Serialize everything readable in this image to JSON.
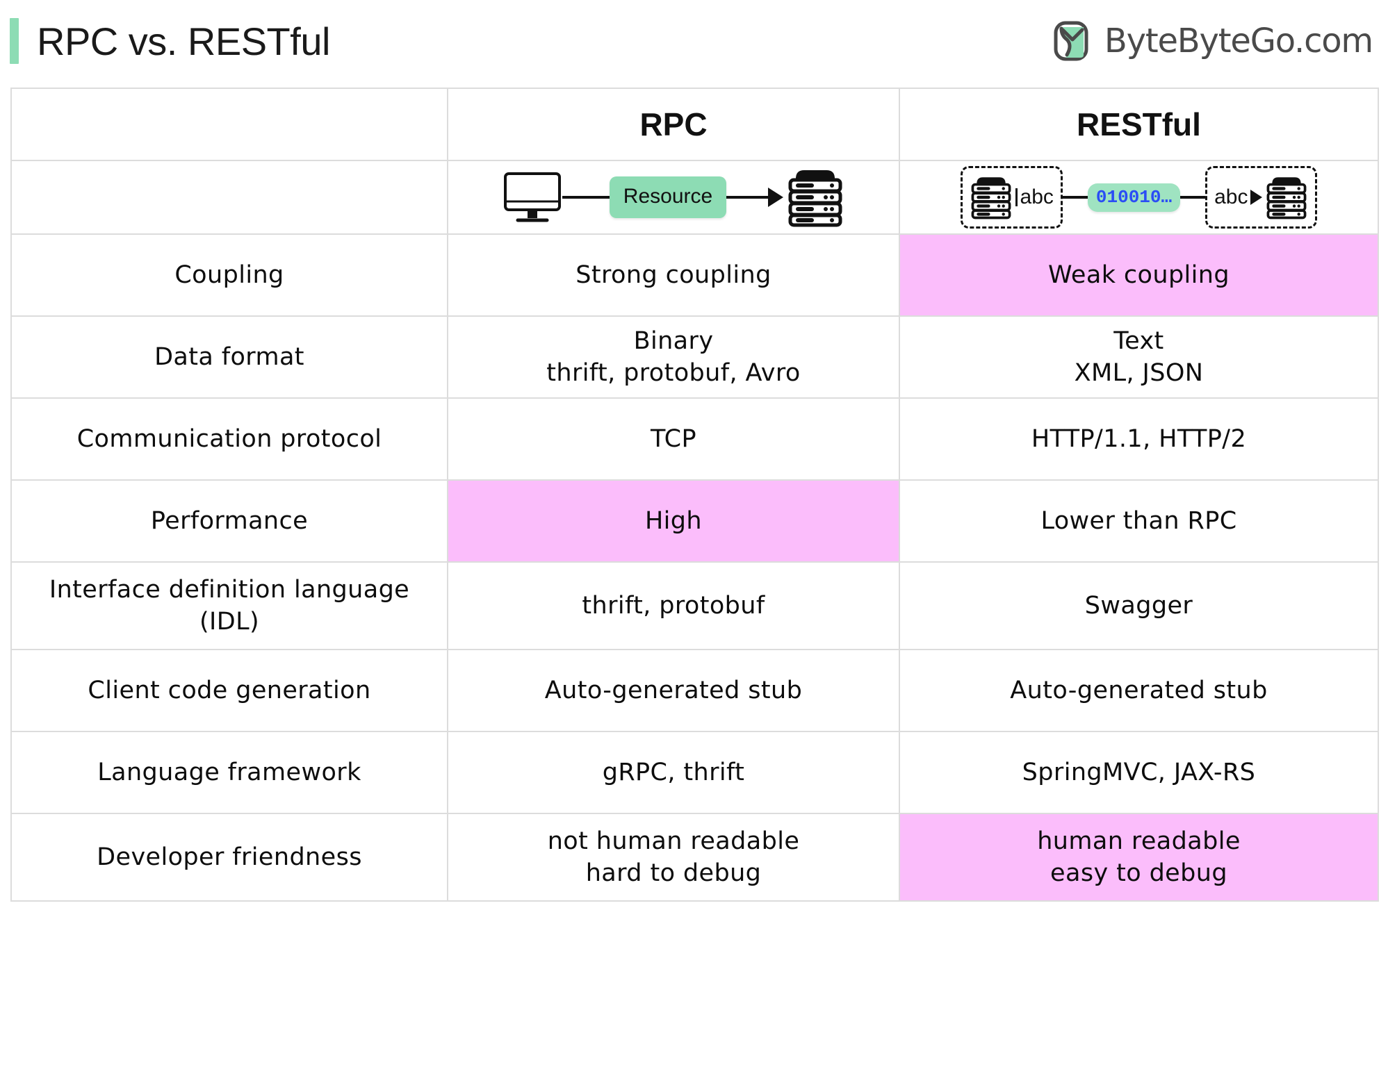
{
  "header": {
    "accent_color": "#8ddcb4",
    "title": "RPC vs. RESTful",
    "brand_name": "ByteByteGo.com",
    "brand_color": "#4a4a4a"
  },
  "colors": {
    "accent_green": "#8ddcb4",
    "highlight_pink": "#fbbdfb",
    "border_gray": "#dcdcdc",
    "binary_blue": "#2a4df5"
  },
  "table": {
    "columns": [
      "",
      "RPC",
      "RESTful"
    ],
    "diagram_row": {
      "rpc": {
        "client_icon": "monitor-icon",
        "middle_label": "Resource",
        "server_icon": "server-stack-icon"
      },
      "restful": {
        "left_icon": "server-stack-icon",
        "left_label": "abc",
        "payload_label": "010010…",
        "right_label": "abc",
        "right_icon": "server-stack-icon"
      }
    },
    "rows": [
      {
        "label": "Coupling",
        "rpc": "Strong coupling",
        "restful": "Weak coupling",
        "rpc_highlight": false,
        "restful_highlight": true
      },
      {
        "label": "Data format",
        "rpc_line1": "Binary",
        "rpc_line2": "thrift, protobuf, Avro",
        "restful_line1": "Text",
        "restful_line2": "XML, JSON",
        "rpc_highlight": false,
        "restful_highlight": false
      },
      {
        "label": "Communication protocol",
        "rpc": "TCP",
        "restful": "HTTP/1.1, HTTP/2",
        "rpc_highlight": false,
        "restful_highlight": false
      },
      {
        "label": "Performance",
        "rpc": "High",
        "restful": "Lower than RPC",
        "rpc_highlight": true,
        "restful_highlight": false
      },
      {
        "label_line1": "Interface definition language",
        "label_line2": "(IDL)",
        "rpc": "thrift, protobuf",
        "restful": "Swagger",
        "rpc_highlight": false,
        "restful_highlight": false
      },
      {
        "label": "Client code generation",
        "rpc": "Auto-generated stub",
        "restful": "Auto-generated stub",
        "rpc_highlight": false,
        "restful_highlight": false
      },
      {
        "label": "Language framework",
        "rpc": "gRPC, thrift",
        "restful": "SpringMVC, JAX-RS",
        "rpc_highlight": false,
        "restful_highlight": false
      },
      {
        "label": "Developer friendness",
        "rpc_line1": "not human readable",
        "rpc_line2": "hard to debug",
        "restful_line1": "human readable",
        "restful_line2": "easy to debug",
        "rpc_highlight": false,
        "restful_highlight": true
      }
    ]
  }
}
